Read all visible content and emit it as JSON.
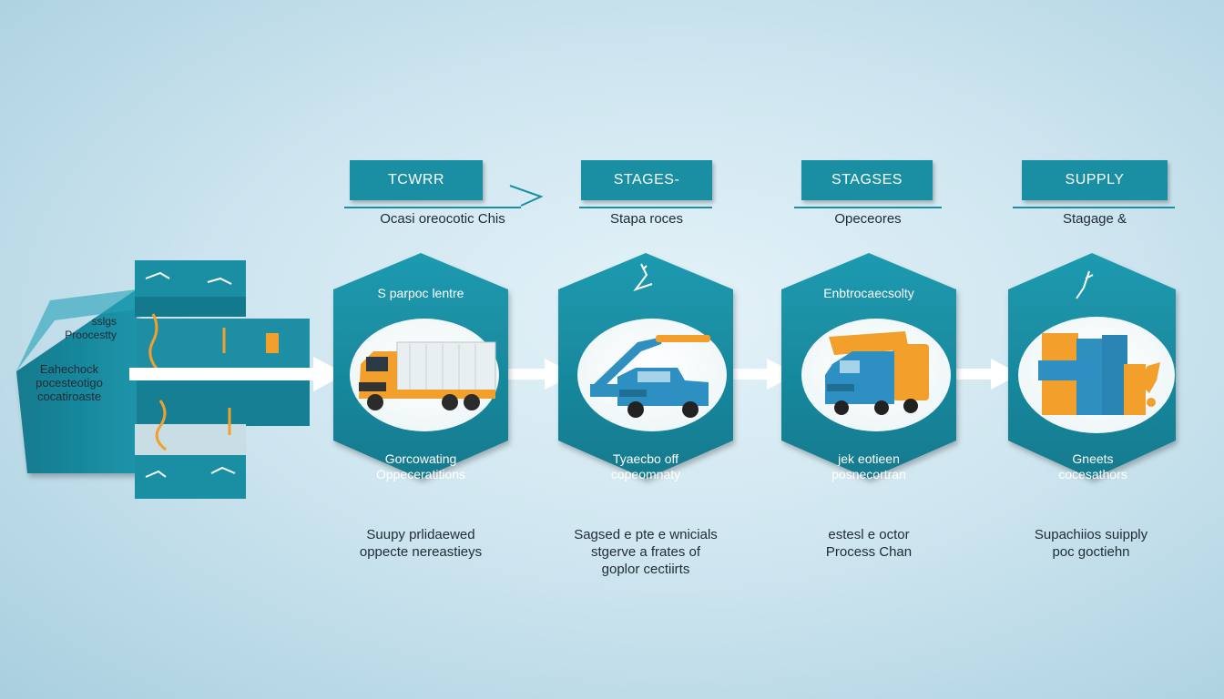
{
  "diagram": {
    "colors": {
      "teal": "#1a8fa3",
      "dark_teal": "#136f82",
      "orange": "#f2a02b",
      "truck_blue": "#2f8fbf"
    },
    "intro": {
      "small_lines": [
        "sslgs",
        "Proocestty"
      ],
      "bold_lines": [
        "Eahechock",
        "pocesteotigo",
        "cocatiroaste"
      ]
    },
    "stages": [
      {
        "title": "TCWRR",
        "subtitle": "Ocasi oreocotic Chis",
        "hex_top": "S parpoc lentre",
        "hex_bottom": [
          "Gorcowating",
          "Oppeceratitions"
        ],
        "caption": [
          "Suupy prlidaewed",
          "oppecte nereastieys"
        ],
        "icon": "box-truck-icon"
      },
      {
        "title": "STAGES-",
        "subtitle": "Stapa roces",
        "hex_top": "",
        "hex_bottom": [
          "Tyaecbo off",
          "copeomnaty"
        ],
        "caption": [
          "Sagsed e pte e wnicials",
          "stgerve a frates of",
          "goplor cectiirts"
        ],
        "icon": "pickup-truck-icon"
      },
      {
        "title": "STAGSES",
        "subtitle": "Opeceores",
        "hex_top": "Enbtrocaecsolty",
        "hex_bottom": [
          "jek eotieen",
          "posnecortran"
        ],
        "caption": [
          "estesl e octor",
          "Process Chan"
        ],
        "icon": "semi-truck-icon"
      },
      {
        "title": "SUPPLY",
        "subtitle": "Stagage &",
        "hex_top": "",
        "hex_bottom": [
          "Gneets",
          "cocesathors"
        ],
        "caption": [
          "Supachiios suipply",
          "poc goctiehn"
        ],
        "icon": "warehouse-icon"
      }
    ]
  }
}
